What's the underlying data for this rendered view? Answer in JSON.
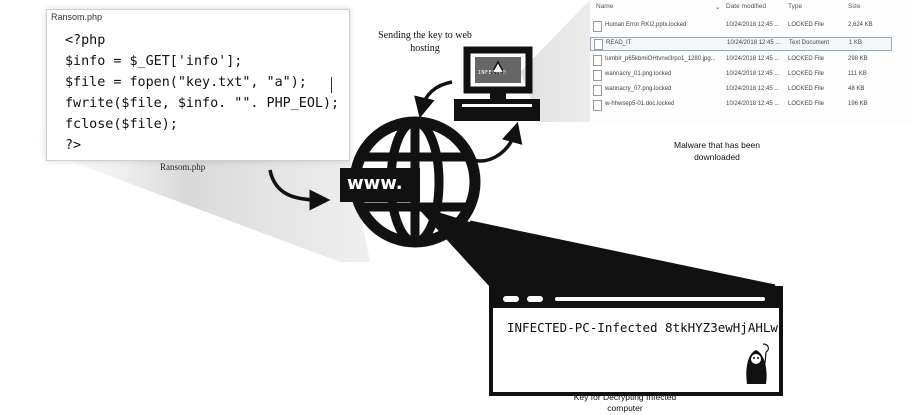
{
  "code_panel": {
    "title": "Ransom.php",
    "lines": [
      "<?php",
      "$info = $_GET['info'];",
      "$file = fopen(\"key.txt\", \"a\");",
      "fwrite($file, $info. \"\". PHP_EOL);",
      "fclose($file);",
      "?>"
    ],
    "caption": "Ransom.php"
  },
  "globe": {
    "label": "www."
  },
  "sending_caption": {
    "line1": "Sending the key to web",
    "line2": "hosting"
  },
  "monitor": {
    "screen_text": "INFECTED"
  },
  "explorer": {
    "columns": [
      "Name",
      "Date modified",
      "Type",
      "Size"
    ],
    "files": [
      {
        "name": "Human Error RKI2.pptx.locked",
        "date": "10/24/2018 12:45 ...",
        "type": "LOCKED File",
        "size": "2,624 KB",
        "selected": false
      },
      {
        "name": "READ_IT",
        "date": "10/24/2018 12:45 ...",
        "type": "Text Document",
        "size": "1 KB",
        "selected": true
      },
      {
        "name": "tumblr_p65kbmiOHtvnw3rpo1_1280.jpg...",
        "date": "10/24/2018 12:45 ...",
        "type": "LOCKED File",
        "size": "298 KB",
        "selected": false
      },
      {
        "name": "wannacry_01.png.locked",
        "date": "10/24/2018 12:45 ...",
        "type": "LOCKED File",
        "size": "111 KB",
        "selected": false
      },
      {
        "name": "wannacry_07.png.locked",
        "date": "10/24/2018 12:45 ...",
        "type": "LOCKED File",
        "size": "48 KB",
        "selected": false
      },
      {
        "name": "w-hhwsep5-01.doc.locked",
        "date": "10/24/2018 12:45 ...",
        "type": "LOCKED File",
        "size": "196 KB",
        "selected": false
      }
    ]
  },
  "malware_caption": {
    "line1": "Malware that has been",
    "line2": "downloaded"
  },
  "key_window": {
    "text": "INFECTED-PC-Infected 8tkHYZ3ewHjAHLw"
  },
  "key_caption": {
    "line1": "Key for Decrypting Infected",
    "line2": "computer"
  }
}
